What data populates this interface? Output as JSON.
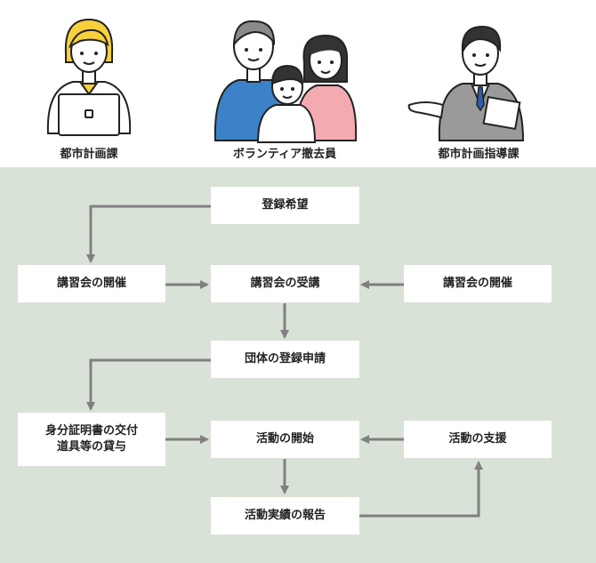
{
  "actors": {
    "city_planning": "都市計画課",
    "volunteers": "ボランティア撤去員",
    "guidance": "都市計画指導課"
  },
  "flow": {
    "registration_request": "登録希望",
    "course_city": "講習会の開催",
    "course_attend": "講習会の受講",
    "course_guidance": "講習会の開催",
    "group_register": "団体の登録申請",
    "issue_id_line1": "身分証明書の交付",
    "issue_id_line2": "道具等の貸与",
    "activity_start": "活動の開始",
    "activity_support": "活動の支援",
    "activity_report": "活動実績の報告"
  },
  "colors": {
    "background": "#d9e2d6",
    "arrow": "#808080",
    "box": "#ffffff"
  }
}
